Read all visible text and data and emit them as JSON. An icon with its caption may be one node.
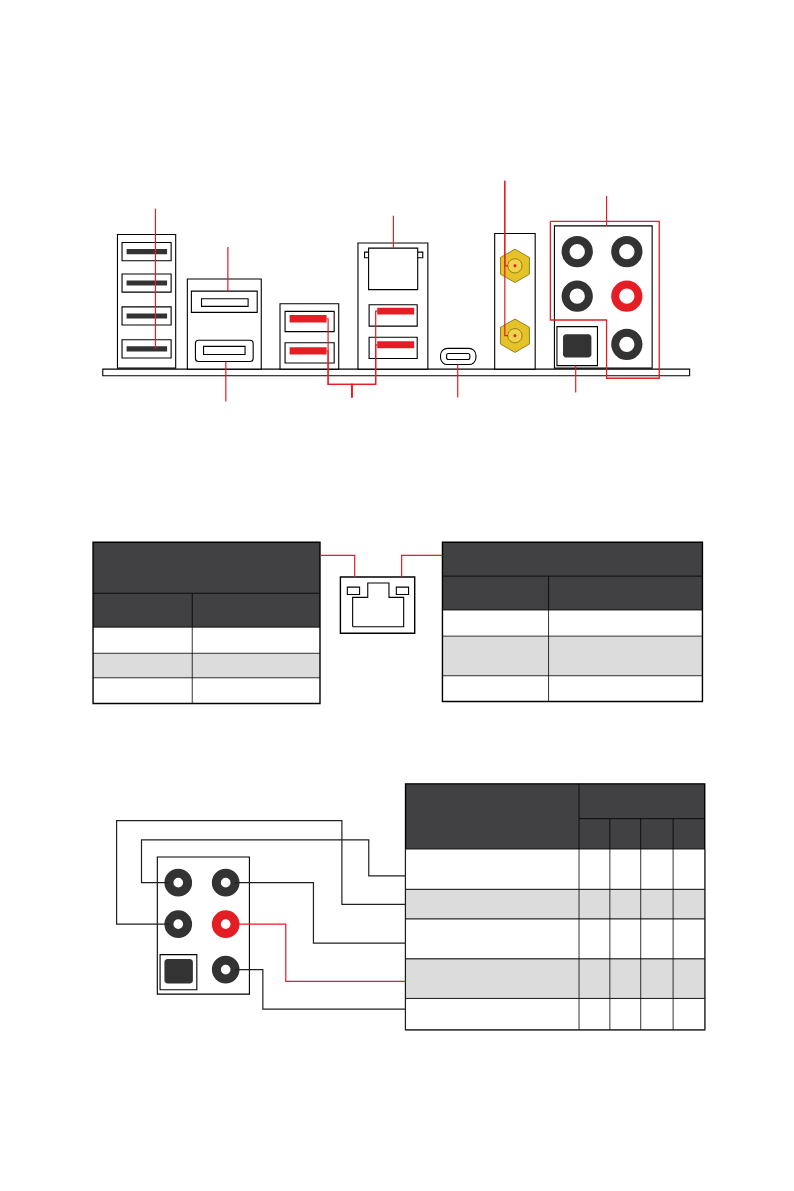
{
  "diagram": {
    "nodes": [
      {
        "text": [],
        "shape": "box"
      },
      {
        "text": [],
        "shape": "box"
      },
      {
        "text": [],
        "shape": "box"
      },
      {
        "text": [],
        "shape": "bar"
      },
      {
        "text": [],
        "shape": "bar"
      },
      {
        "text": [],
        "shape": "box"
      },
      {
        "text": [],
        "shape": "bar"
      },
      {
        "text": [],
        "shape": "bar"
      },
      {
        "text": [],
        "shape": "box"
      },
      {
        "text": [],
        "shape": "circle"
      },
      {
        "text": [],
        "shape": "circle"
      },
      {
        "text": [],
        "shape": "box"
      },
      {
        "text": [],
        "shape": "box",
        "in": 11
      },
      {
        "text": [],
        "shape": "box"
      },
      {
        "text": [],
        "shape": "box"
      },
      {
        "text": [],
        "shape": "box"
      },
      {
        "text": [],
        "shape": "box"
      },
      {
        "text": [],
        "shape": "circle",
        "in": 16
      },
      {
        "text": [],
        "shape": "circle",
        "in": 16
      },
      {
        "text": [],
        "shape": "circle",
        "in": 16
      },
      {
        "text": [],
        "shape": "circle",
        "in": 16
      },
      {
        "text": [],
        "shape": "box",
        "in": 16
      },
      {
        "text": [],
        "shape": "circle",
        "in": 16
      },
      {
        "text": [],
        "shape": "box"
      },
      {
        "text": [],
        "shape": "bar",
        "in": 23
      },
      {
        "text": [],
        "shape": "bar",
        "in": 23
      },
      {
        "text": [],
        "shape": "bar",
        "in": 23
      },
      {
        "text": [],
        "shape": "bar",
        "in": 23
      },
      {
        "text": [],
        "shape": "bar",
        "in": 23
      }
    ],
    "edges": [
      {
        "from": null,
        "to": 0,
        "arrow": "none"
      },
      {
        "from": null,
        "to": 1,
        "arrow": "none"
      },
      {
        "from": null,
        "to": 2,
        "arrow": "none"
      },
      {
        "from": null,
        "to": 3,
        "arrow": "none"
      },
      {
        "from": null,
        "to": 4,
        "arrow": "none"
      },
      {
        "from": null,
        "to": 5,
        "arrow": "none"
      },
      {
        "from": null,
        "to": 6,
        "arrow": "none"
      },
      {
        "from": null,
        "to": 7,
        "arrow": "none"
      },
      {
        "from": null,
        "to": 8,
        "arrow": "none"
      },
      {
        "from": null,
        "to": 9,
        "arrow": "none"
      },
      {
        "from": null,
        "to": 10,
        "arrow": "none"
      },
      {
        "from": null,
        "to": 11,
        "arrow": "none"
      },
      {
        "from": null,
        "to": 12,
        "arrow": "none"
      },
      {
        "from": 13,
        "to": 14,
        "arrow": "none"
      },
      {
        "from": 15,
        "to": 14,
        "arrow": "none"
      },
      {
        "from": 19,
        "to": 25,
        "arrow": "none",
        "color": "#231f20"
      },
      {
        "from": 17,
        "to": 24,
        "arrow": "none",
        "color": "#231f20"
      },
      {
        "from": 18,
        "to": 26,
        "arrow": "none",
        "color": "#231f20"
      },
      {
        "from": 20,
        "to": 27,
        "arrow": "none"
      },
      {
        "from": 22,
        "to": 28,
        "arrow": "none",
        "color": "#231f20"
      }
    ]
  }
}
